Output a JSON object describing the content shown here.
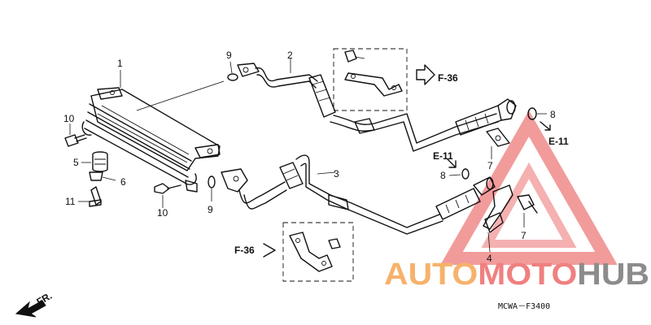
{
  "callouts": {
    "c1": "1",
    "c2": "2",
    "c3": "3",
    "c4": "4",
    "c5": "5",
    "c6": "6",
    "c7a": "7",
    "c7b": "7",
    "c8a": "8",
    "c8b": "8",
    "c9a": "9",
    "c9b": "9",
    "c10a": "10",
    "c10b": "10",
    "c11": "11"
  },
  "refs": {
    "f36_top": "F-36",
    "f36_bottom": "F-36",
    "e11_right": "E-11",
    "e11_mid": "E-11"
  },
  "direction_label": "FR.",
  "diagram_code": "MCWA－F3400",
  "watermark": {
    "part1": "AUTO",
    "part2": "MOTO",
    "part3": "HUB",
    "colors": {
      "orange": "#f6b26b",
      "red": "#f08080",
      "gray": "#8c8c8c"
    }
  }
}
